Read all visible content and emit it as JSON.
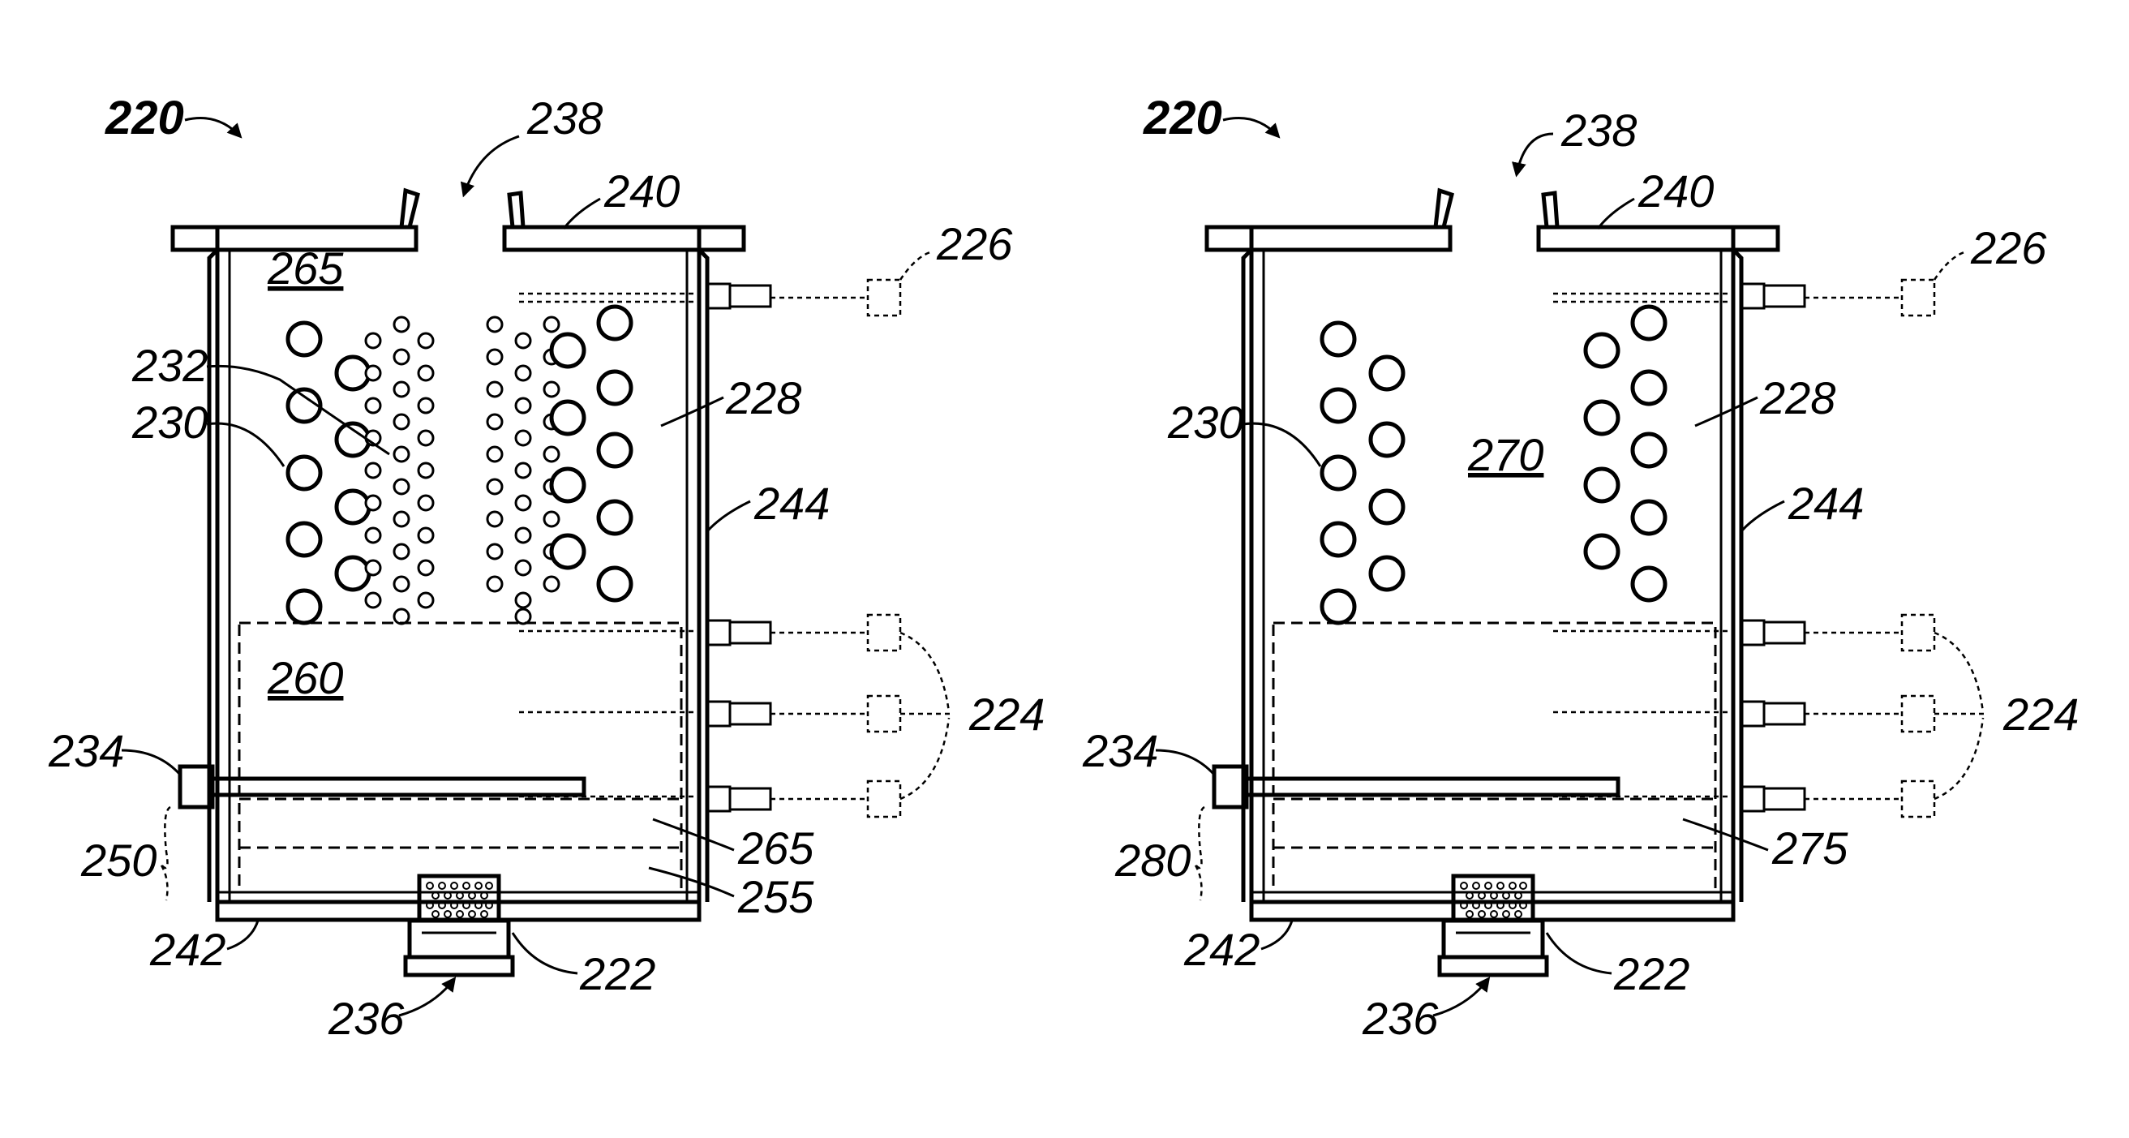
{
  "figures": [
    {
      "id": "left",
      "labels": {
        "assembly": "220",
        "opening": "238",
        "lid": "240",
        "upper_region": "265",
        "top_sensor": "226",
        "large_bubbles": "230",
        "small_bubbles": "232",
        "liquid": "228",
        "side_wall": "244",
        "lower_region": "260",
        "side_sensors": "224",
        "port": "234",
        "bottom_zone_bracket": "250",
        "layer_a": "265",
        "layer_b": "255",
        "bottom_wall": "242",
        "diffuser": "222",
        "inlet": "236"
      }
    },
    {
      "id": "right",
      "labels": {
        "assembly": "220",
        "opening": "238",
        "lid": "240",
        "center_region": "270",
        "top_sensor": "226",
        "large_bubbles": "230",
        "liquid": "228",
        "side_wall": "244",
        "side_sensors": "224",
        "port": "234",
        "bottom_zone_bracket": "280",
        "layer_a": "275",
        "bottom_wall": "242",
        "diffuser": "222",
        "inlet": "236"
      }
    }
  ]
}
